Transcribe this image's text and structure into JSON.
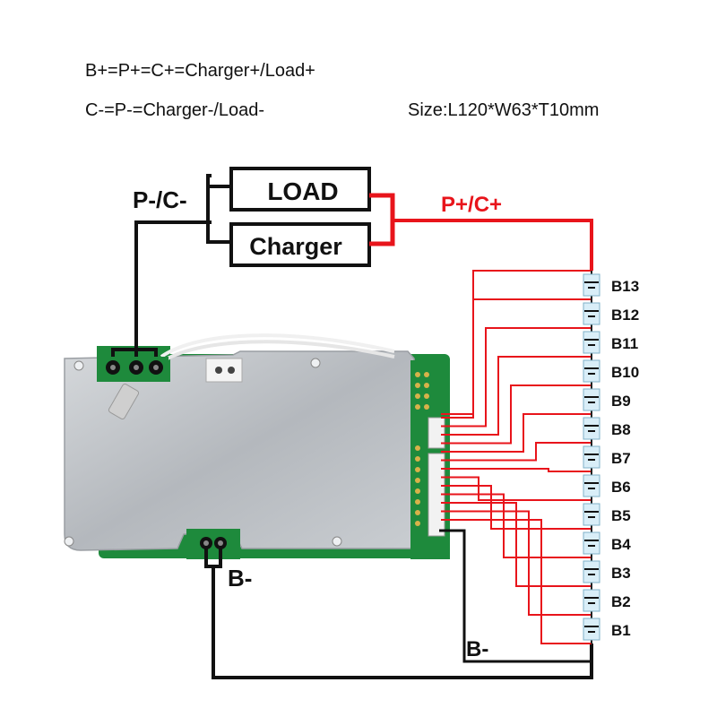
{
  "notes": {
    "line1": "B+=P+=C+=Charger+/Load+",
    "line2": "C-=P-=Charger-/Load-",
    "size": "Size:L120*W63*T10mm"
  },
  "diagram": {
    "load_label": "LOAD",
    "charger_label": "Charger",
    "negative_label": "P-/C-",
    "positive_label": "P+/C+",
    "board_negative_label": "B-",
    "battery_negative_label": "B-",
    "cells": [
      "B13",
      "B12",
      "B11",
      "B10",
      "B9",
      "B8",
      "B7",
      "B6",
      "B5",
      "B4",
      "B3",
      "B2",
      "B1"
    ]
  },
  "colors": {
    "positive_wire": "#e8141b",
    "negative_wire": "#111111",
    "sense_wire": "#e8141b",
    "board": "#bfc3c7",
    "pcb": "#1e8a3c",
    "cell_fill": "#d9eef8"
  }
}
